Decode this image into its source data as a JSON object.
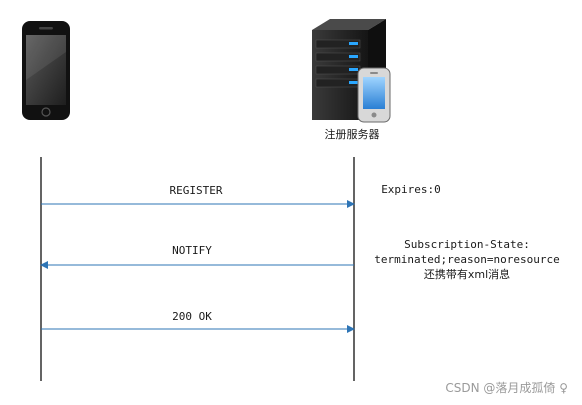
{
  "server_label": "注册服务器",
  "messages": [
    {
      "label": "REGISTER",
      "direction": "right"
    },
    {
      "label": "NOTIFY",
      "direction": "left"
    },
    {
      "label": "200 OK",
      "direction": "right"
    }
  ],
  "notes": {
    "expires": "Expires:0",
    "subscription_line1": "Subscription-State:",
    "subscription_line2": "terminated;reason=noresource",
    "subscription_line3": "还携带有xml消息"
  },
  "watermark": "CSDN @落月成孤倚 ♀",
  "colors": {
    "arrow": "#2e75b6",
    "lifeline": "#222222",
    "server_led": "#2aa7ff"
  },
  "icons": {
    "client": "smartphone-icon",
    "server": "server-icon"
  }
}
